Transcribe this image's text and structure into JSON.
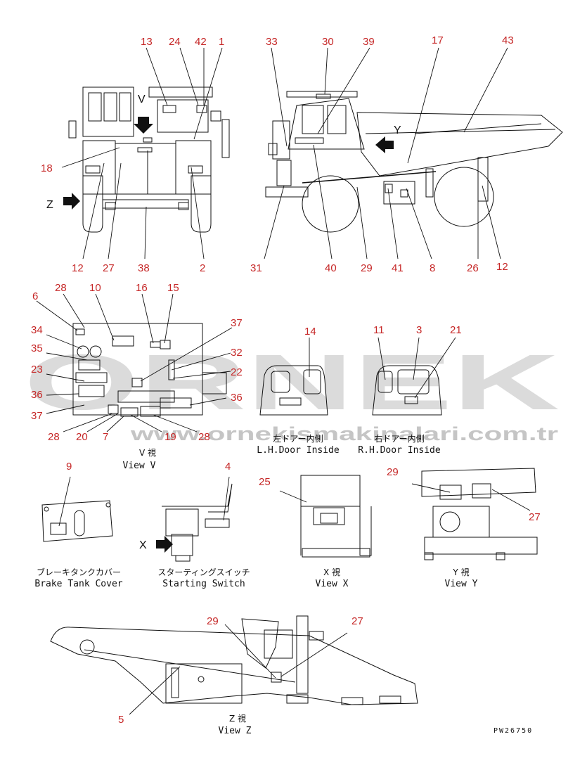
{
  "watermark": {
    "brand": "ORNEK",
    "url": "www.ornekismakinalari.com.tr"
  },
  "callouts": {
    "front": [
      "13",
      "24",
      "42",
      "1",
      "18",
      "12",
      "27",
      "38",
      "2"
    ],
    "side": [
      "33",
      "30",
      "39",
      "17",
      "43",
      "31",
      "40",
      "29",
      "41",
      "8",
      "26",
      "12"
    ],
    "view_v": [
      "28",
      "10",
      "16",
      "15",
      "6",
      "34",
      "35",
      "23",
      "36",
      "37",
      "37",
      "32",
      "22",
      "36",
      "28",
      "20",
      "7",
      "19",
      "28"
    ],
    "doors": [
      "14",
      "11",
      "3",
      "21"
    ],
    "small": [
      "9",
      "4",
      "25",
      "29",
      "27"
    ],
    "view_z": [
      "29",
      "27",
      "5"
    ]
  },
  "view_letters": {
    "front_v": "V",
    "front_z": "Z",
    "side_y": "Y",
    "start_x": "X"
  },
  "captions": {
    "view_v": {
      "jp": "V 視",
      "en": "View V"
    },
    "left_door": {
      "jp": "左ドアー内側",
      "en": "L.H.Door Inside"
    },
    "right_door": {
      "jp": "右ドアー内側",
      "en": "R.H.Door Inside"
    },
    "brake_tank": {
      "jp": "ブレーキタンクカバー",
      "en": "Brake Tank Cover"
    },
    "starting_switch": {
      "jp": "スターティングスイッチ",
      "en": "Starting Switch"
    },
    "view_x": {
      "jp": "X 視",
      "en": "View X"
    },
    "view_y": {
      "jp": "Y 視",
      "en": "View Y"
    },
    "view_z": {
      "jp": "Z 視",
      "en": "View Z"
    }
  },
  "drawing_code": "PW26750",
  "colors": {
    "callout": "#c62828",
    "line": "#111111",
    "watermark": "#bdbdbd"
  }
}
